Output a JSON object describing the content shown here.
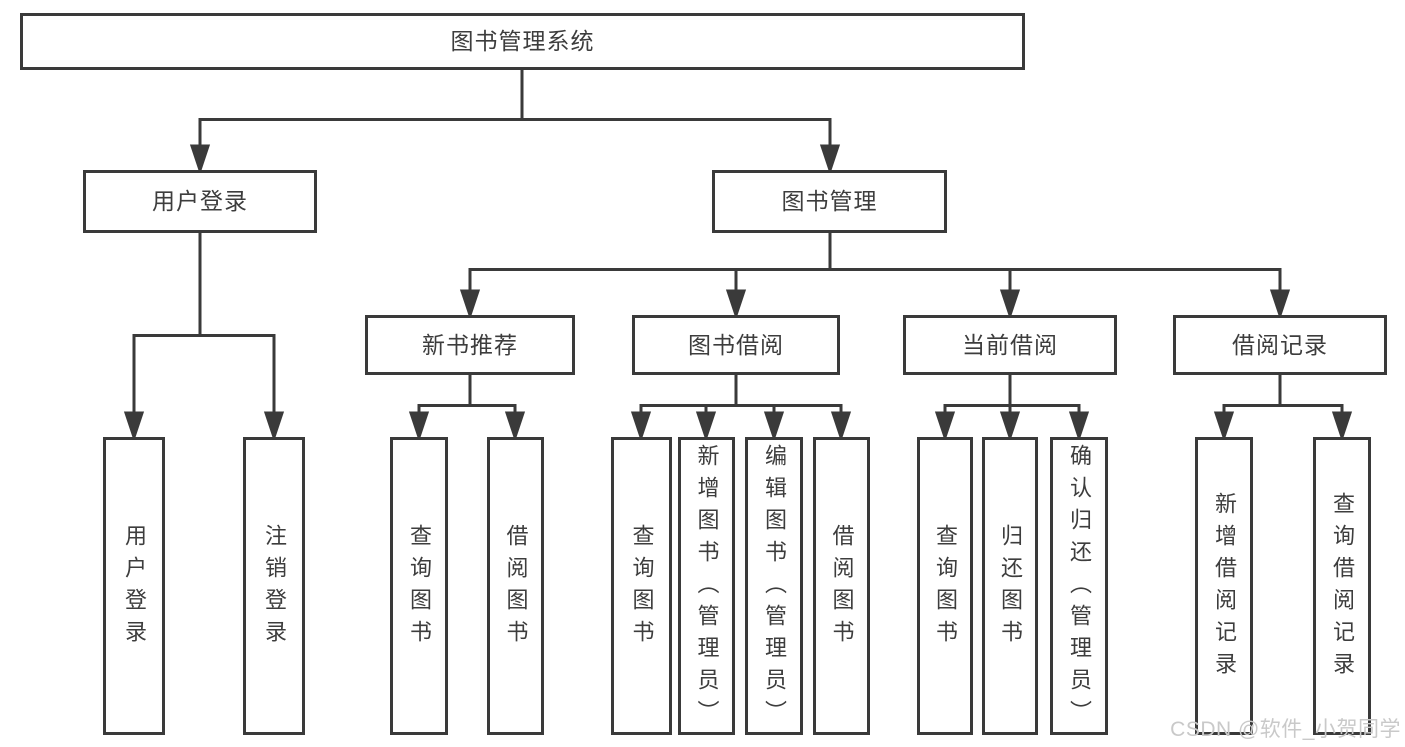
{
  "watermark": "CSDN @软件_小贺同学",
  "colors": {
    "line": "#3a3a3a",
    "box_border": "#3a3a3a",
    "text": "#3d3d3d",
    "background": "#ffffff",
    "watermark": "#c9c9c9"
  },
  "tree": {
    "label": "图书管理系统",
    "children": [
      {
        "label": "用户登录",
        "children": [
          {
            "label": "用户登录"
          },
          {
            "label": "注销登录"
          }
        ]
      },
      {
        "label": "图书管理",
        "children": [
          {
            "label": "新书推荐",
            "children": [
              {
                "label": "查询图书"
              },
              {
                "label": "借阅图书"
              }
            ]
          },
          {
            "label": "图书借阅",
            "children": [
              {
                "label": "查询图书"
              },
              {
                "label": "新增图书（管理员）"
              },
              {
                "label": "编辑图书（管理员）"
              },
              {
                "label": "借阅图书"
              }
            ]
          },
          {
            "label": "当前借阅",
            "children": [
              {
                "label": "查询图书"
              },
              {
                "label": "归还图书"
              },
              {
                "label": "确认归还（管理员）"
              }
            ]
          },
          {
            "label": "借阅记录",
            "children": [
              {
                "label": "新增借阅记录"
              },
              {
                "label": "查询借阅记录"
              }
            ]
          }
        ]
      }
    ]
  }
}
